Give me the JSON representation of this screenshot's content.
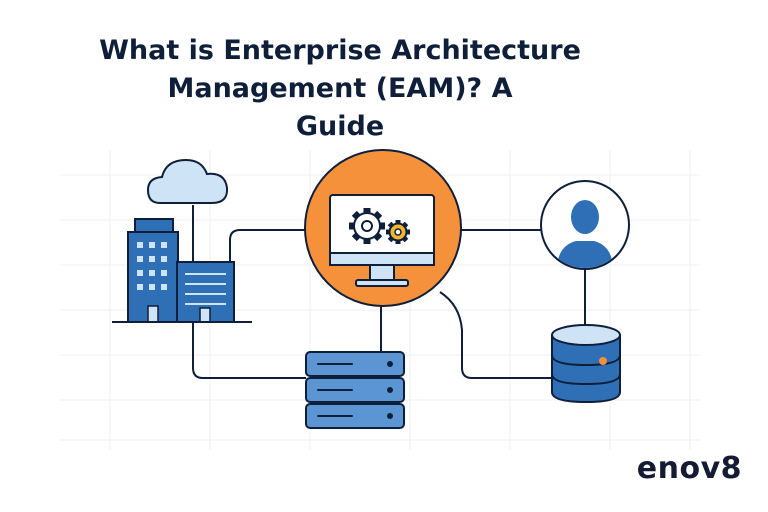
{
  "title": {
    "line1": "What is Enterprise Architecture",
    "line2": "Management (EAM)? A",
    "line3": "Guide"
  },
  "brand": {
    "name": "enov8"
  },
  "colors": {
    "navy": "#0f1f3a",
    "blue": "#2f6fb6",
    "light_blue": "#cfe3f7",
    "orange": "#f5913a",
    "grid": "#eef0f3"
  },
  "icons": [
    "cloud-icon",
    "building-icon",
    "monitor-gears-icon",
    "user-avatar-icon",
    "server-rack-icon",
    "database-icon"
  ]
}
